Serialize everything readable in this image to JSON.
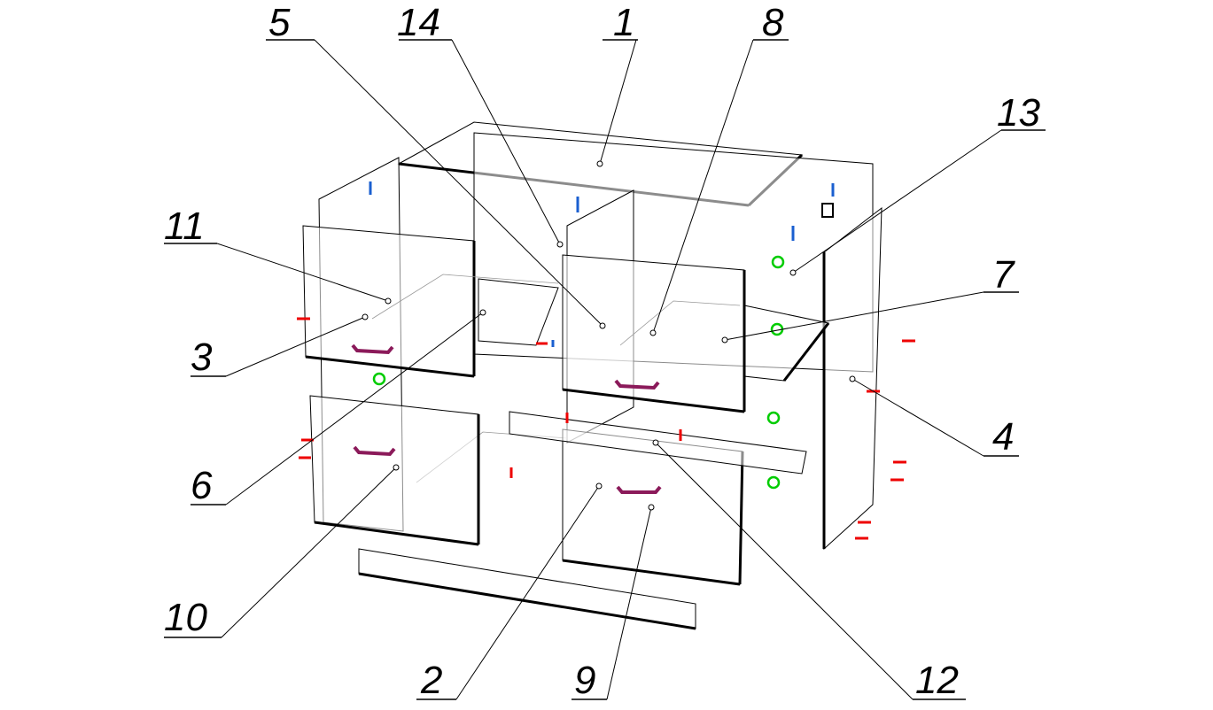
{
  "diagram": {
    "type": "exploded-assembly",
    "callouts": [
      {
        "id": "5",
        "label": "5"
      },
      {
        "id": "14",
        "label": "14"
      },
      {
        "id": "1",
        "label": "1"
      },
      {
        "id": "8",
        "label": "8"
      },
      {
        "id": "13",
        "label": "13"
      },
      {
        "id": "11",
        "label": "11"
      },
      {
        "id": "7",
        "label": "7"
      },
      {
        "id": "3",
        "label": "3"
      },
      {
        "id": "4",
        "label": "4"
      },
      {
        "id": "6",
        "label": "6"
      },
      {
        "id": "10",
        "label": "10"
      },
      {
        "id": "2",
        "label": "2"
      },
      {
        "id": "9",
        "label": "9"
      },
      {
        "id": "12",
        "label": "12"
      }
    ],
    "colors": {
      "fastener_red": "#ee0000",
      "fastener_green": "#00cc00",
      "fastener_blue": "#1a5fd0",
      "handle": "#8b1a5a"
    }
  }
}
